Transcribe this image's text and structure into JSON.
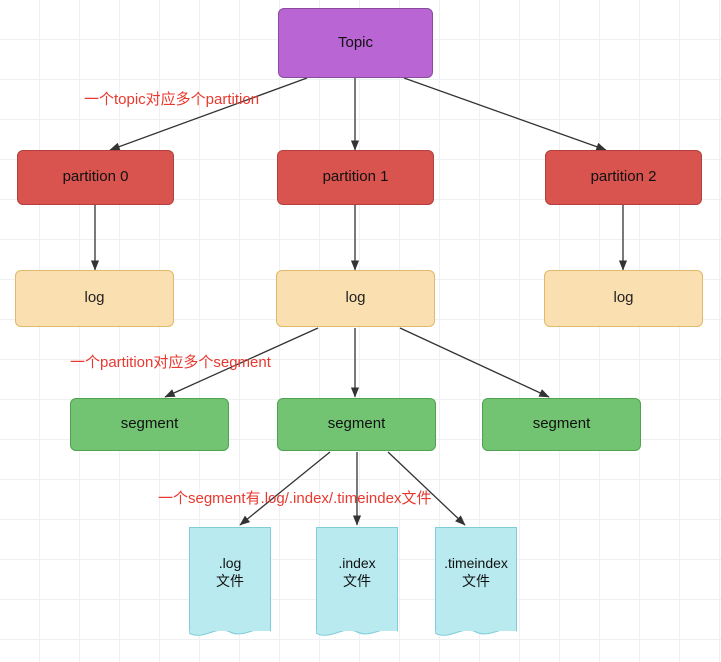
{
  "diagram": {
    "title": "Kafka topic/partition/log/segment structure",
    "colors": {
      "topic": "#b965d3",
      "partition": "#d9534f",
      "log": "#fadfb0",
      "segment": "#72c472",
      "file": "#b8eaf0",
      "annotation": "#e8392f",
      "edge": "#333333",
      "grid": "#eef0f2"
    },
    "nodes": [
      {
        "id": "topic",
        "label": "Topic",
        "type": "topic"
      },
      {
        "id": "partition0",
        "label": "partition 0",
        "type": "partition"
      },
      {
        "id": "partition1",
        "label": "partition 1",
        "type": "partition"
      },
      {
        "id": "partition2",
        "label": "partition 2",
        "type": "partition"
      },
      {
        "id": "log0",
        "label": "log",
        "type": "log"
      },
      {
        "id": "log1",
        "label": "log",
        "type": "log"
      },
      {
        "id": "log2",
        "label": "log",
        "type": "log"
      },
      {
        "id": "segment0",
        "label": "segment",
        "type": "segment"
      },
      {
        "id": "segment1",
        "label": "segment",
        "type": "segment"
      },
      {
        "id": "segment2",
        "label": "segment",
        "type": "segment"
      },
      {
        "id": "file-log",
        "label": ".log\n文件",
        "type": "file"
      },
      {
        "id": "file-index",
        "label": ".index\n文件",
        "type": "file"
      },
      {
        "id": "file-timeindex",
        "label": ".timeindex\n文件",
        "type": "file"
      }
    ],
    "annotations": [
      {
        "id": "annotation-topic-partition",
        "text": "一个topic对应多个partition"
      },
      {
        "id": "annotation-partition-segment",
        "text": "一个partition对应多个segment"
      },
      {
        "id": "annotation-segment-files",
        "text": "一个segment有.log/.index/.timeindex文件"
      }
    ],
    "edges": [
      {
        "from": "topic",
        "to": "partition0"
      },
      {
        "from": "topic",
        "to": "partition1"
      },
      {
        "from": "topic",
        "to": "partition2"
      },
      {
        "from": "partition0",
        "to": "log0"
      },
      {
        "from": "partition1",
        "to": "log1"
      },
      {
        "from": "partition2",
        "to": "log2"
      },
      {
        "from": "log1",
        "to": "segment0"
      },
      {
        "from": "log1",
        "to": "segment1"
      },
      {
        "from": "log1",
        "to": "segment2"
      },
      {
        "from": "segment1",
        "to": "file-log"
      },
      {
        "from": "segment1",
        "to": "file-index"
      },
      {
        "from": "segment1",
        "to": "file-timeindex"
      }
    ]
  }
}
